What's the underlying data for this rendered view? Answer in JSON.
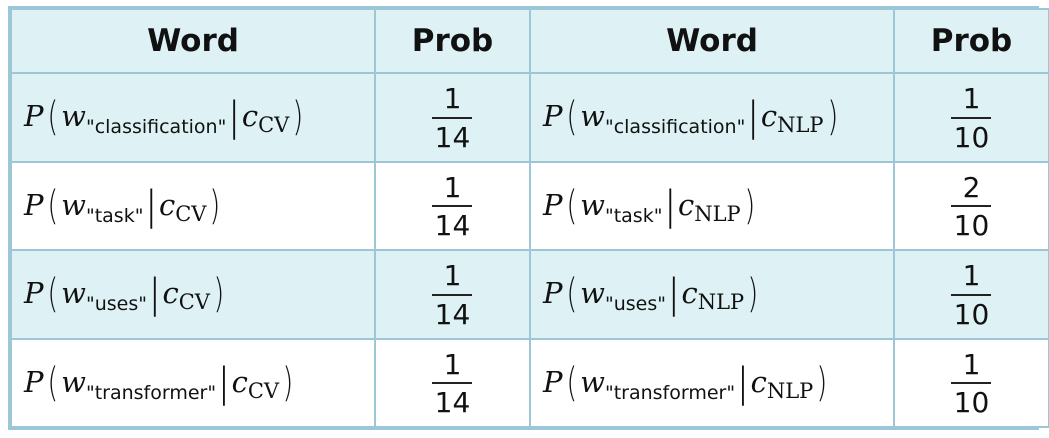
{
  "headers": [
    "Word",
    "Prob",
    "Word",
    "Prob"
  ],
  "rows": [
    {
      "shaded": true,
      "left": {
        "word": "classification",
        "cls": "CV",
        "num": "1",
        "den": "14"
      },
      "right": {
        "word": "classification",
        "cls": "NLP",
        "num": "1",
        "den": "10"
      }
    },
    {
      "shaded": false,
      "left": {
        "word": "task",
        "cls": "CV",
        "num": "1",
        "den": "14"
      },
      "right": {
        "word": "task",
        "cls": "NLP",
        "num": "2",
        "den": "10"
      }
    },
    {
      "shaded": true,
      "left": {
        "word": "uses",
        "cls": "CV",
        "num": "1",
        "den": "14"
      },
      "right": {
        "word": "uses",
        "cls": "NLP",
        "num": "1",
        "den": "10"
      }
    },
    {
      "shaded": false,
      "left": {
        "word": "transformer",
        "cls": "CV",
        "num": "1",
        "den": "14"
      },
      "right": {
        "word": "transformer",
        "cls": "NLP",
        "num": "1",
        "den": "10"
      }
    }
  ],
  "colors": {
    "border": "#9dc6d6",
    "shaded_row": "#def2f6",
    "text": "#111111"
  }
}
